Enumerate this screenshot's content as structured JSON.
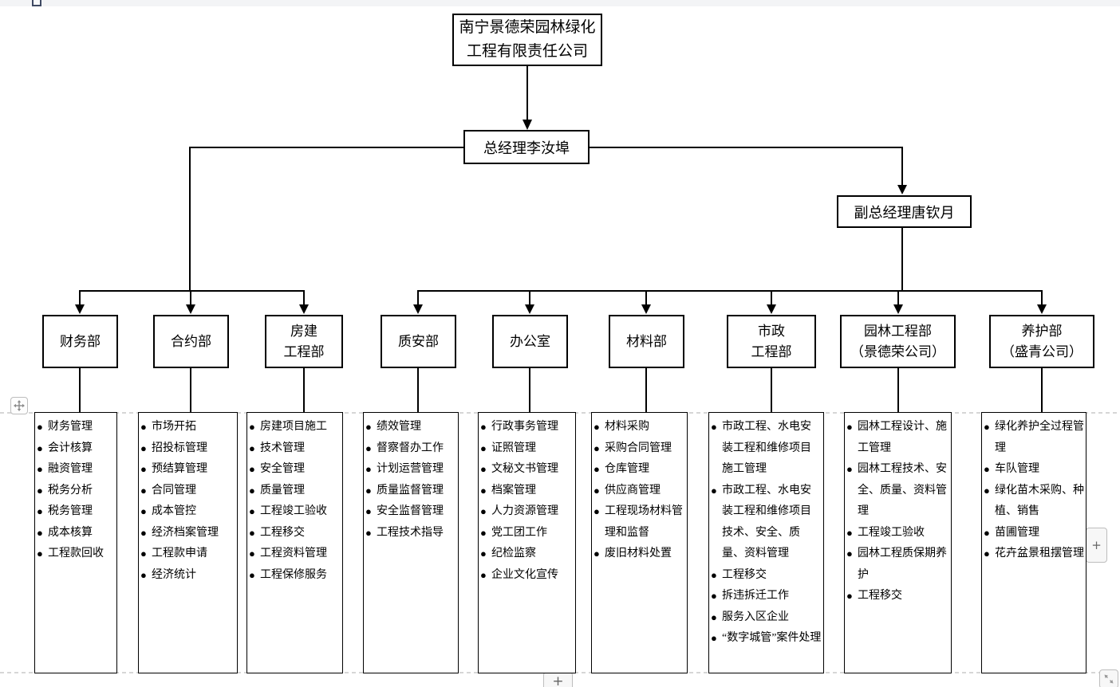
{
  "org": {
    "root": {
      "title": "南宁景德荣园林绿化工程有限责任公司"
    },
    "gm": {
      "label": "总经理李汝埠"
    },
    "deputy": {
      "label": "副总经理唐钦月"
    },
    "departments": [
      {
        "line1": "财务部",
        "duties": [
          "财务管理",
          "会计核算",
          "融资管理",
          "税务分析",
          "税务管理",
          "成本核算",
          "工程款回收"
        ]
      },
      {
        "line1": "合约部",
        "duties": [
          "市场开拓",
          "招投标管理",
          "预结算管理",
          "合同管理",
          "成本管控",
          "经济档案管理",
          "工程款申请",
          "经济统计"
        ]
      },
      {
        "line1": "房建",
        "line2": "工程部",
        "duties": [
          "房建项目施工",
          "技术管理",
          "安全管理",
          "质量管理",
          "工程竣工验收",
          "工程移交",
          "工程资料管理",
          "工程保修服务"
        ]
      },
      {
        "line1": "质安部",
        "duties": [
          "绩效管理",
          "督察督办工作",
          "计划运营管理",
          "质量监督管理",
          "安全监督管理",
          "工程技术指导"
        ]
      },
      {
        "line1": "办公室",
        "duties": [
          "行政事务管理",
          "证照管理",
          "文秘文书管理",
          "档案管理",
          "人力资源管理",
          "党工团工作",
          "纪检监察",
          "企业文化宣传"
        ]
      },
      {
        "line1": "材料部",
        "duties": [
          "材料采购",
          "采购合同管理",
          "仓库管理",
          "供应商管理",
          "工程现场材料管理和监督",
          "废旧材料处置"
        ]
      },
      {
        "line1": "市政",
        "line2": "工程部",
        "duties": [
          "市政工程、水电安装工程和维修项目施工管理",
          "市政工程、水电安装工程和维修项目技术、安全、质量、资料管理",
          "工程移交",
          "拆违拆迁工作",
          "服务入区企业",
          "“数字城管”案件处理"
        ]
      },
      {
        "line1": "园林工程部",
        "line2": "（景德荣公司）",
        "duties": [
          "园林工程设计、施工管理",
          "园林工程技术、安全、质量、资料管理",
          "工程竣工验收",
          "园林工程质保期养护",
          "工程移交"
        ]
      },
      {
        "line1": "养护部",
        "line2": "（盛青公司）",
        "duties": [
          "绿化养护全过程管理",
          "车队管理",
          "绿化苗木采购、种植、销售",
          "苗圃管理",
          "花卉盆景租摆管理"
        ]
      }
    ]
  },
  "icons": {
    "bullet": "●",
    "plus": "+"
  },
  "colors": {
    "line": "#000000",
    "page_break_dash": "#c9c9c9",
    "chrome_bg": "#f3f4f6"
  }
}
